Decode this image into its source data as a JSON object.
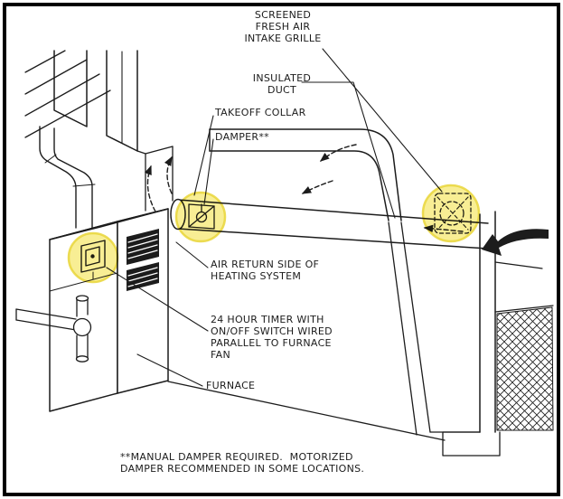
{
  "diagram": {
    "labels": {
      "intake_grille": "SCREENED\nFRESH AIR\nINTAKE GRILLE",
      "insulated_duct": "INSULATED\nDUCT",
      "takeoff_collar": "TAKEOFF COLLAR",
      "damper": "DAMPER**",
      "air_return": "AIR RETURN SIDE OF\nHEATING SYSTEM",
      "timer": "24 HOUR TIMER WITH\nON/OFF SWITCH WIRED\nPARALLEL TO FURNACE\nFAN",
      "furnace": "FURNACE",
      "footnote": "**MANUAL DAMPER REQUIRED.  MOTORIZED\nDAMPER RECOMMENDED IN SOME LOCATIONS."
    },
    "highlights": [
      {
        "name": "timer-control-highlight"
      },
      {
        "name": "damper-highlight"
      },
      {
        "name": "intake-grille-highlight"
      }
    ],
    "colors": {
      "line": "#1c1c1c",
      "background": "#ffffff",
      "border": "#000000",
      "highlight": "#f3e34c"
    }
  }
}
